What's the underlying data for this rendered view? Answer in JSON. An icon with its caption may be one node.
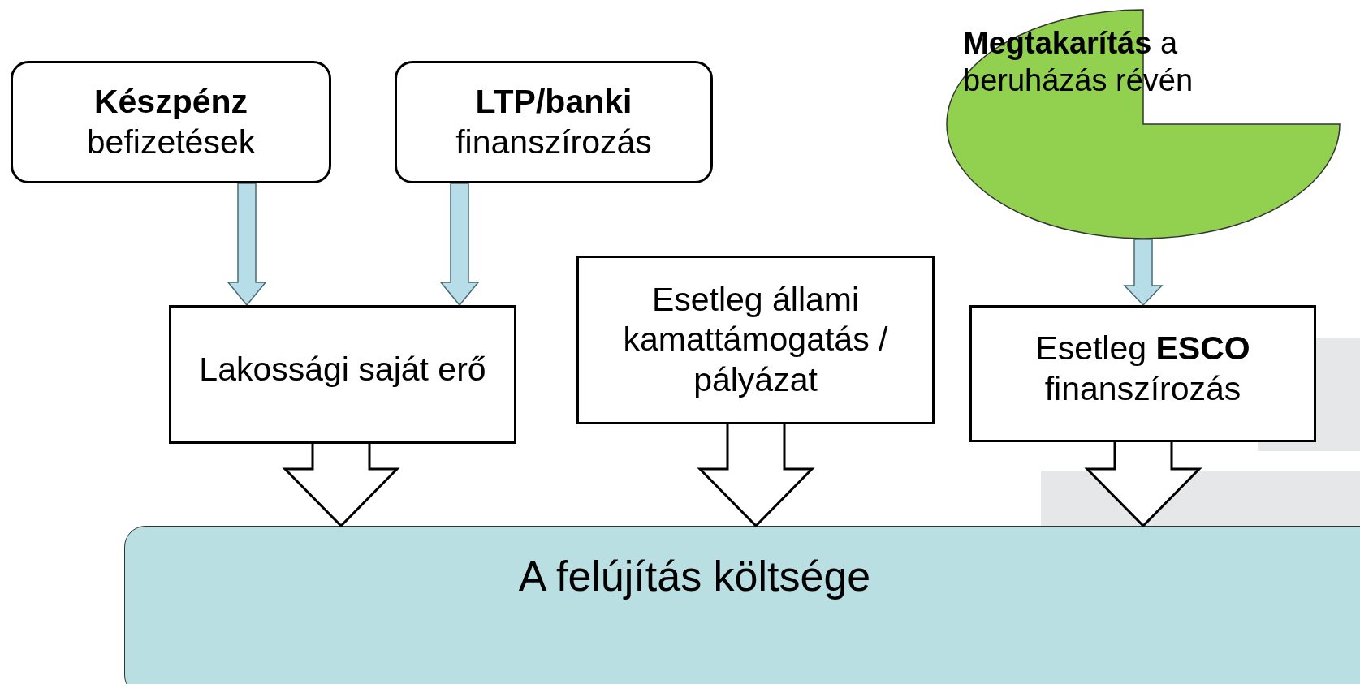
{
  "diagram": {
    "nodes": [
      {
        "text": [
          "**Készpénz** befizetések"
        ]
      },
      {
        "text": [
          "**LTP/banki** finanszírozás"
        ]
      },
      {
        "text": [
          "**Megtakarítás** a beruházás révén"
        ]
      },
      {
        "text": [
          "Lakossági saját erő"
        ]
      },
      {
        "text": [
          "Esetleg állami kamattámogatás / pályázat"
        ]
      },
      {
        "text": [
          "Esetleg **ESCO** finanszírozás"
        ]
      },
      {
        "text": [
          "A felújítás költsége"
        ]
      }
    ],
    "edges": [
      {
        "from": 0,
        "to": 3,
        "arrow": "to",
        "color": "#b7dde8"
      },
      {
        "from": 1,
        "to": 3,
        "arrow": "to",
        "color": "#b7dde8"
      },
      {
        "from": 2,
        "to": 5,
        "arrow": "to",
        "color": "#b7dde8"
      },
      {
        "from": 3,
        "to": 6,
        "arrow": "to",
        "color": "#ffffff"
      },
      {
        "from": 4,
        "to": 6,
        "arrow": "to",
        "color": "#ffffff"
      },
      {
        "from": 5,
        "to": 6,
        "arrow": "to",
        "color": "#ffffff"
      }
    ]
  }
}
